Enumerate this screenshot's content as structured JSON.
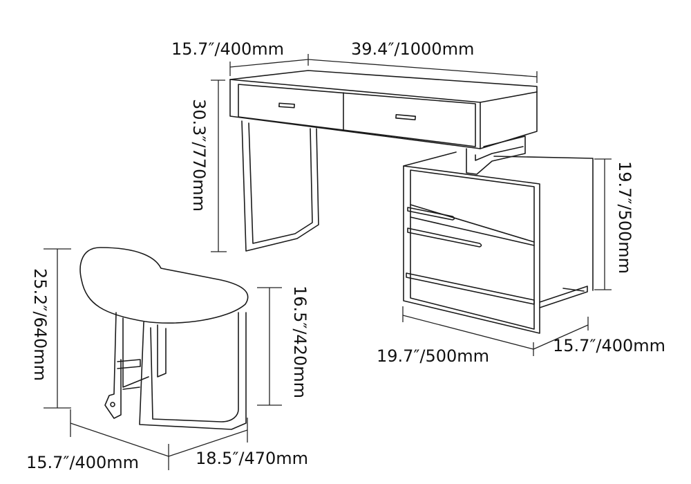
{
  "figure": {
    "title": "Vanity desk set dimension diagram",
    "line_color": "#1a1a1a",
    "background": "#ffffff"
  },
  "desk": {
    "depth_label": "15.7″/400mm",
    "width_label": "39.4″/1000mm",
    "height_label": "30.3″/770mm"
  },
  "cabinet": {
    "height_label": "19.7″/500mm",
    "width_label": "19.7″/500mm",
    "depth_label": "15.7″/400mm"
  },
  "stool": {
    "total_height_label": "25.2″/640mm",
    "seat_height_label": "16.5″/420mm",
    "depth_label": "15.7″/400mm",
    "width_label": "18.5″/470mm"
  }
}
